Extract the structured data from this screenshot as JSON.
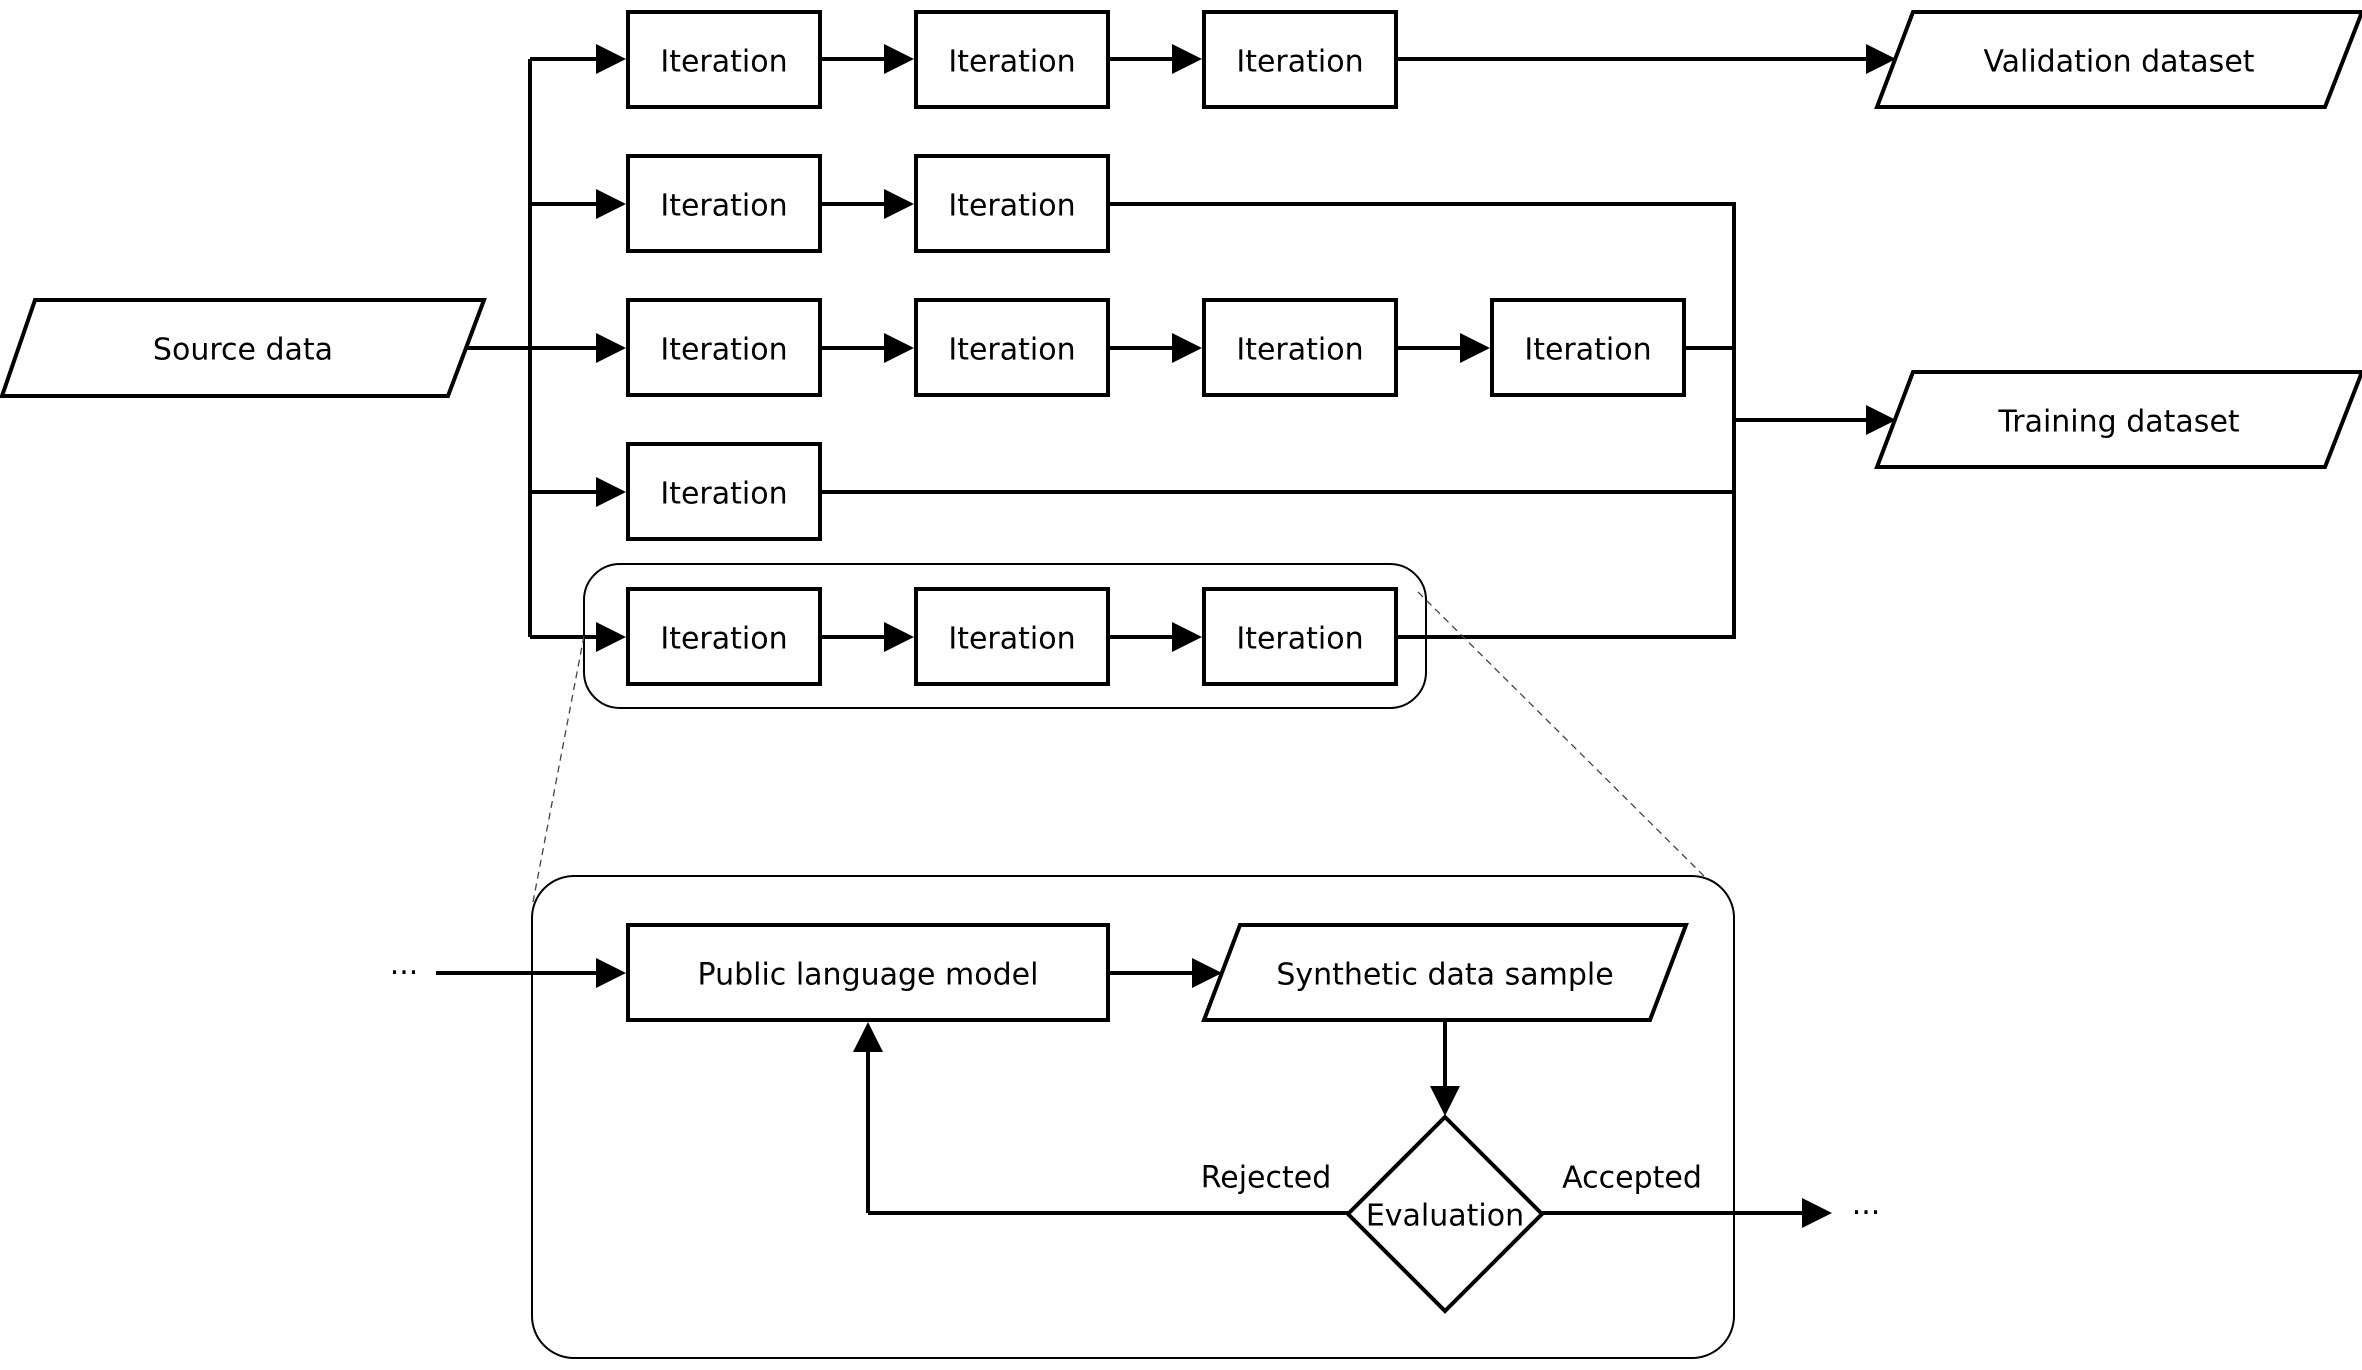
{
  "source": "Source data",
  "validation": "Validation dataset",
  "training": "Training dataset",
  "iteration": "Iteration",
  "rows": [
    {
      "steps": 3,
      "output": "validation"
    },
    {
      "steps": 2,
      "output": "training"
    },
    {
      "steps": 4,
      "output": "training"
    },
    {
      "steps": 1,
      "output": "training"
    },
    {
      "steps": 3,
      "output": "training"
    }
  ],
  "detail": {
    "model": "Public language model",
    "sample": "Synthetic data sample",
    "evaluation": "Evaluation",
    "rejected": "Rejected",
    "accepted": "Accepted",
    "ellipsis_in": "···",
    "ellipsis_out": "···"
  }
}
